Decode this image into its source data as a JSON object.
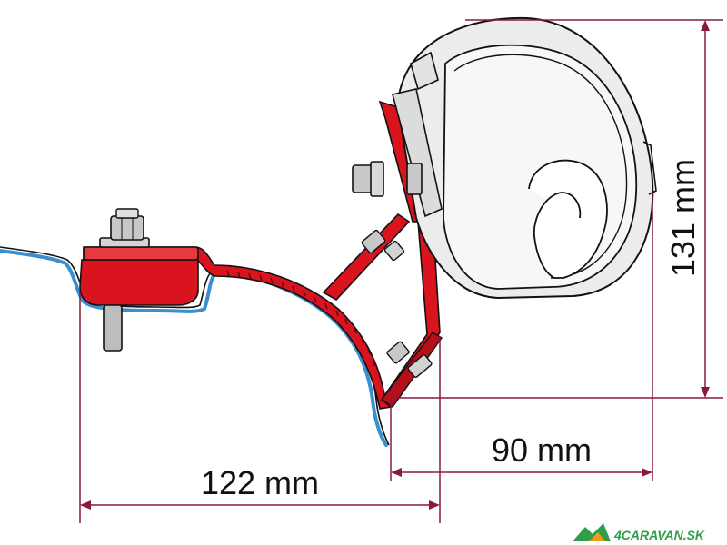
{
  "dimensions": {
    "width_label": "122 mm",
    "depth_label": "90 mm",
    "height_label": "131 mm"
  },
  "watermark": {
    "text": "4CARAVAN.SK"
  },
  "colors": {
    "bracket": "#d9141e",
    "bracket_dark": "#8e0d13",
    "rail_blue": "#3a8fd0",
    "dimension_line": "#8a1a3c",
    "outline": "#111111",
    "housing_fill": "#ececec",
    "watermark_green": "#2e9e4a",
    "watermark_orange": "#f39a1e"
  }
}
